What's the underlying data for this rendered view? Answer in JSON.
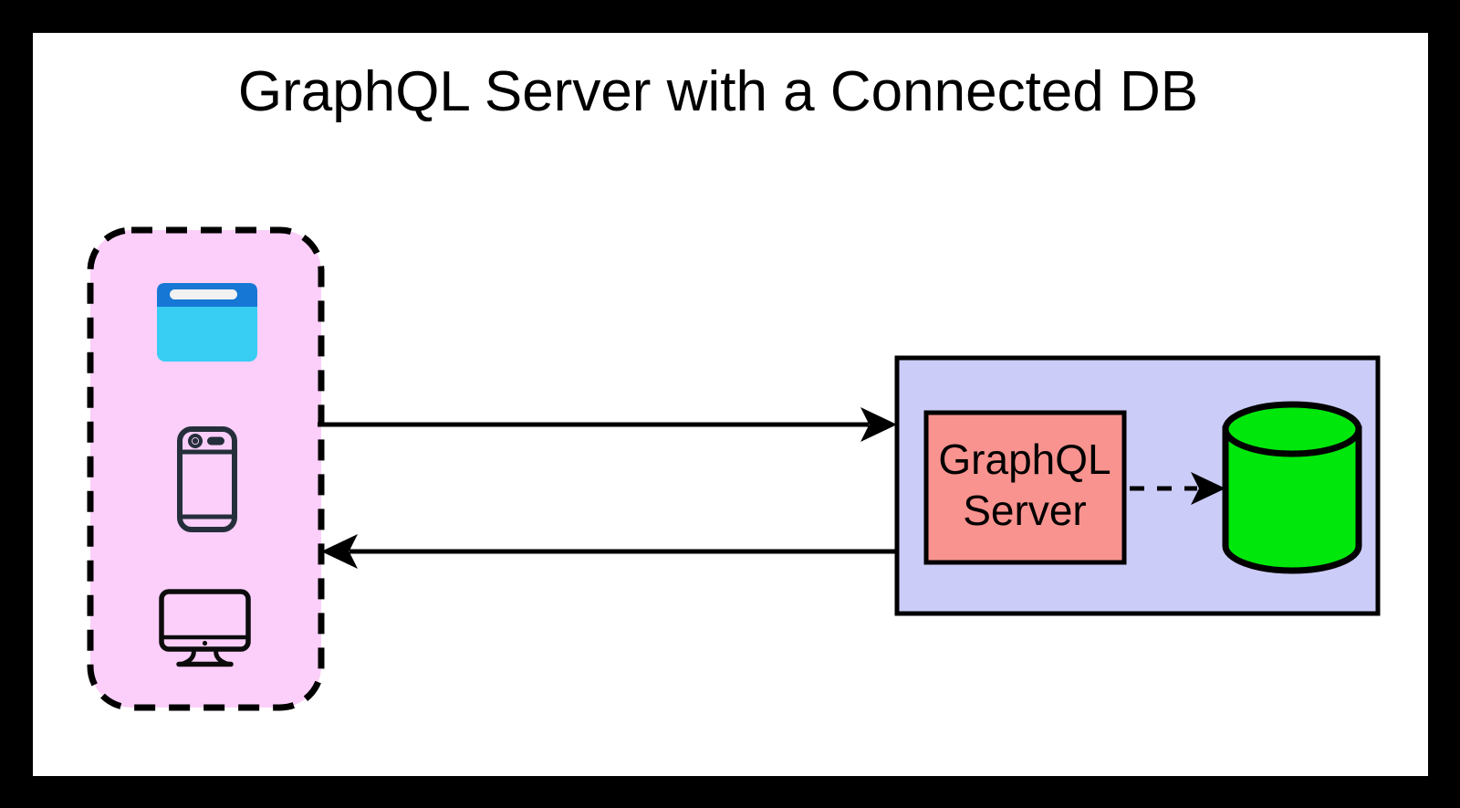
{
  "title": "GraphQL Server with a Connected DB",
  "colors": {
    "frame": "#000000",
    "canvas_bg": "#ffffff",
    "text": "#000000",
    "clients_box_fill": "#fbcff9",
    "server_group_fill": "#ccccf8",
    "server_box_fill": "#f9938f",
    "db_fill": "#00e70c",
    "browser_titlebar": "#1777d4",
    "browser_body": "#38cdf2",
    "browser_urlbar": "#f1f1f1",
    "phone_stroke": "#252f3b",
    "monitor_stroke": "#0c0c0c",
    "line_stroke": "#000000"
  },
  "clients_group": {
    "icons": [
      {
        "name": "browser-icon"
      },
      {
        "name": "mobile-phone-icon"
      },
      {
        "name": "desktop-monitor-icon"
      }
    ]
  },
  "server_group": {
    "server_label_line1": "GraphQL",
    "server_label_line2": "Server",
    "database_icon": "database-cylinder-icon"
  },
  "connections": {
    "clients_to_server": "solid arrow right",
    "server_to_clients": "solid arrow left",
    "server_to_database": "dashed arrow right"
  }
}
